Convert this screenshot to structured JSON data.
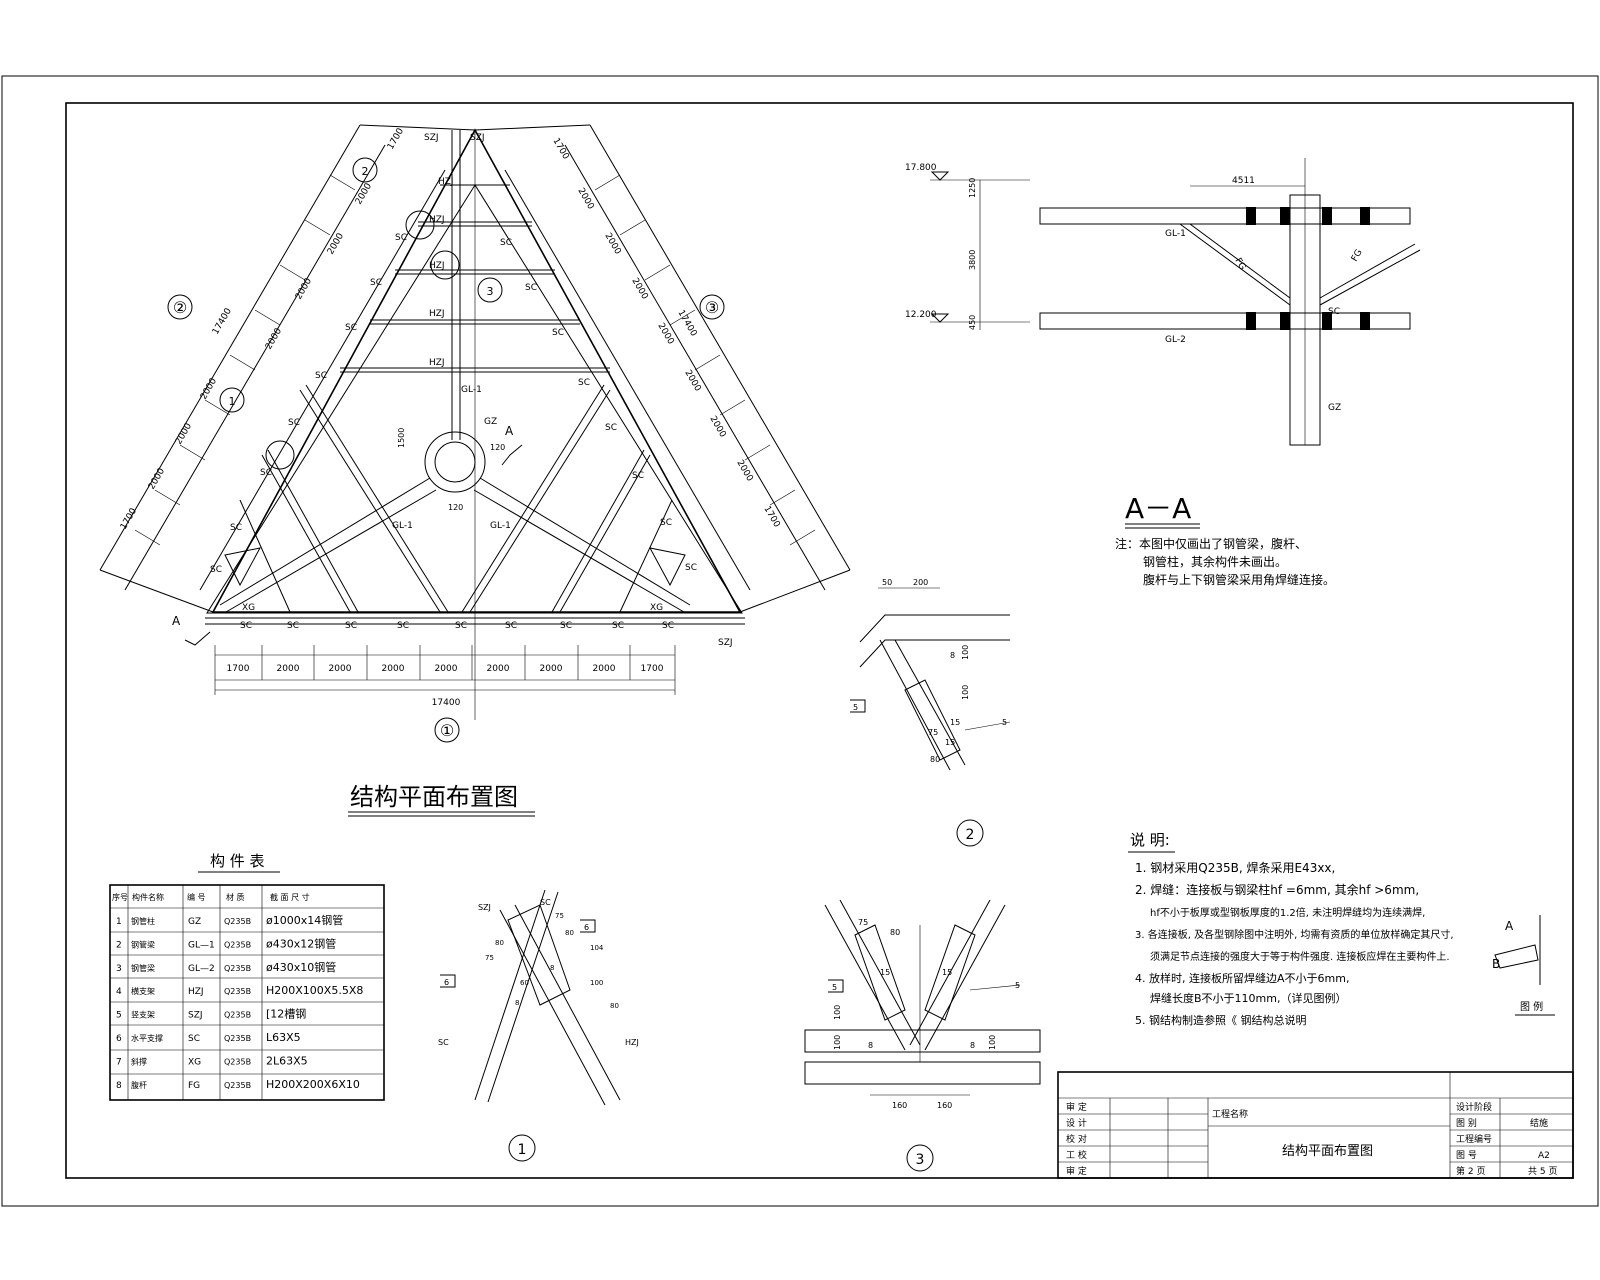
{
  "plan": {
    "title": "结构平面布置图",
    "axis_labels": [
      "①",
      "②",
      "③"
    ],
    "section_mark": "A",
    "bottom_dims": [
      "1700",
      "2000",
      "2000",
      "2000",
      "2000",
      "2000",
      "2000",
      "2000",
      "1700"
    ],
    "total_dim": "17400",
    "side_total": "17400",
    "side_dims": [
      "1700",
      "2000",
      "2000",
      "2000",
      "2000",
      "2000",
      "2000",
      "2000",
      "1700"
    ],
    "member_labels": {
      "szj": "SZJ",
      "hzj": "HZJ",
      "xg": "XG",
      "sc": "SC",
      "gl1": "GL-1",
      "gz": "GZ",
      "d1500": "1500",
      "d120": "120",
      "a120": "120"
    },
    "detail_markers": [
      "1",
      "2",
      "3"
    ]
  },
  "section_aa": {
    "title": "A－A",
    "elev_top": "17.800",
    "elev_bottom": "12.200",
    "dims": [
      "1250",
      "3800",
      "450"
    ],
    "span": "4511",
    "labels": {
      "gl1": "GL-1",
      "gl2": "GL-2",
      "fg": "FG",
      "sc": "SC",
      "gz": "GZ"
    },
    "notes": [
      "注：本图中仅画出了钢管梁，腹杆、",
      "钢管柱，其余构件未画出。",
      "腹杆与上下钢管梁采用角焊缝连接。"
    ]
  },
  "detail2": {
    "label": "2",
    "dims": [
      "50",
      "200",
      "100",
      "8",
      "100",
      "15",
      "15",
      "75",
      "80"
    ],
    "weld": "5"
  },
  "detail3": {
    "label": "3",
    "dims": [
      "100",
      "100",
      "8",
      "8",
      "100",
      "160",
      "160",
      "75",
      "80",
      "15",
      "15"
    ],
    "weld": "5"
  },
  "detail1": {
    "label": "1",
    "labels": [
      "SZJ",
      "SC",
      "SC",
      "HZJ"
    ],
    "dims": [
      "75",
      "80",
      "80",
      "75",
      "104",
      "100",
      "80",
      "60",
      "8",
      "8"
    ],
    "weld": "6"
  },
  "table": {
    "title": "构 件 表",
    "headers": [
      "序号",
      "构件名称",
      "编 号",
      "材 质",
      "截 面 尺 寸"
    ],
    "rows": [
      [
        "1",
        "钢管柱",
        "GZ",
        "Q235B",
        "ø1000x14钢管"
      ],
      [
        "2",
        "钢管梁",
        "GL—1",
        "Q235B",
        "ø430x12钢管"
      ],
      [
        "3",
        "钢管梁",
        "GL—2",
        "Q235B",
        "ø430x10钢管"
      ],
      [
        "4",
        "横支架",
        "HZJ",
        "Q235B",
        "H200X100X5.5X8"
      ],
      [
        "5",
        "竖支架",
        "SZJ",
        "Q235B",
        "[12槽钢"
      ],
      [
        "6",
        "水平支撑",
        "SC",
        "Q235B",
        "L63X5"
      ],
      [
        "7",
        "斜撑",
        "XG",
        "Q235B",
        "2L63X5"
      ],
      [
        "8",
        "腹杆",
        "FG",
        "Q235B",
        "H200X200X6X10"
      ]
    ]
  },
  "notes": {
    "title": "说 明:",
    "items": [
      "1. 钢材采用Q235B, 焊条采用E43xx,",
      "2. 焊缝：连接板与钢梁柱hf =6mm, 其余hf >6mm,",
      "hf不小于板厚或型钢板厚度的1.2倍, 未注明焊缝均为连续满焊,",
      "3. 各连接板, 及各型钢除图中注明外, 均需有资质的单位放样确定其尺寸,",
      "须满足节点连接的强度大于等于构件强度. 连接板应焊在主要构件上.",
      "4. 放样时, 连接板所留焊缝边A不小于6mm,",
      "焊缝长度B不小于110mm,（详见图例）",
      "5. 钢结构制造参照《 钢结构总说明"
    ],
    "legend_label": "图 例",
    "legend_a": "A",
    "legend_b": "B"
  },
  "titleblock": {
    "left_rows": [
      "审 定",
      "设 计",
      "校 对",
      "工 校",
      "审 定"
    ],
    "project_label": "工程名称",
    "drawing_title": "结构平面布置图",
    "right_rows": [
      [
        "设计阶段",
        ""
      ],
      [
        "图 别",
        "结施"
      ],
      [
        "工程编号",
        ""
      ],
      [
        "图 号",
        "A2"
      ],
      [
        "第 2 页",
        "共 5 页"
      ]
    ]
  }
}
